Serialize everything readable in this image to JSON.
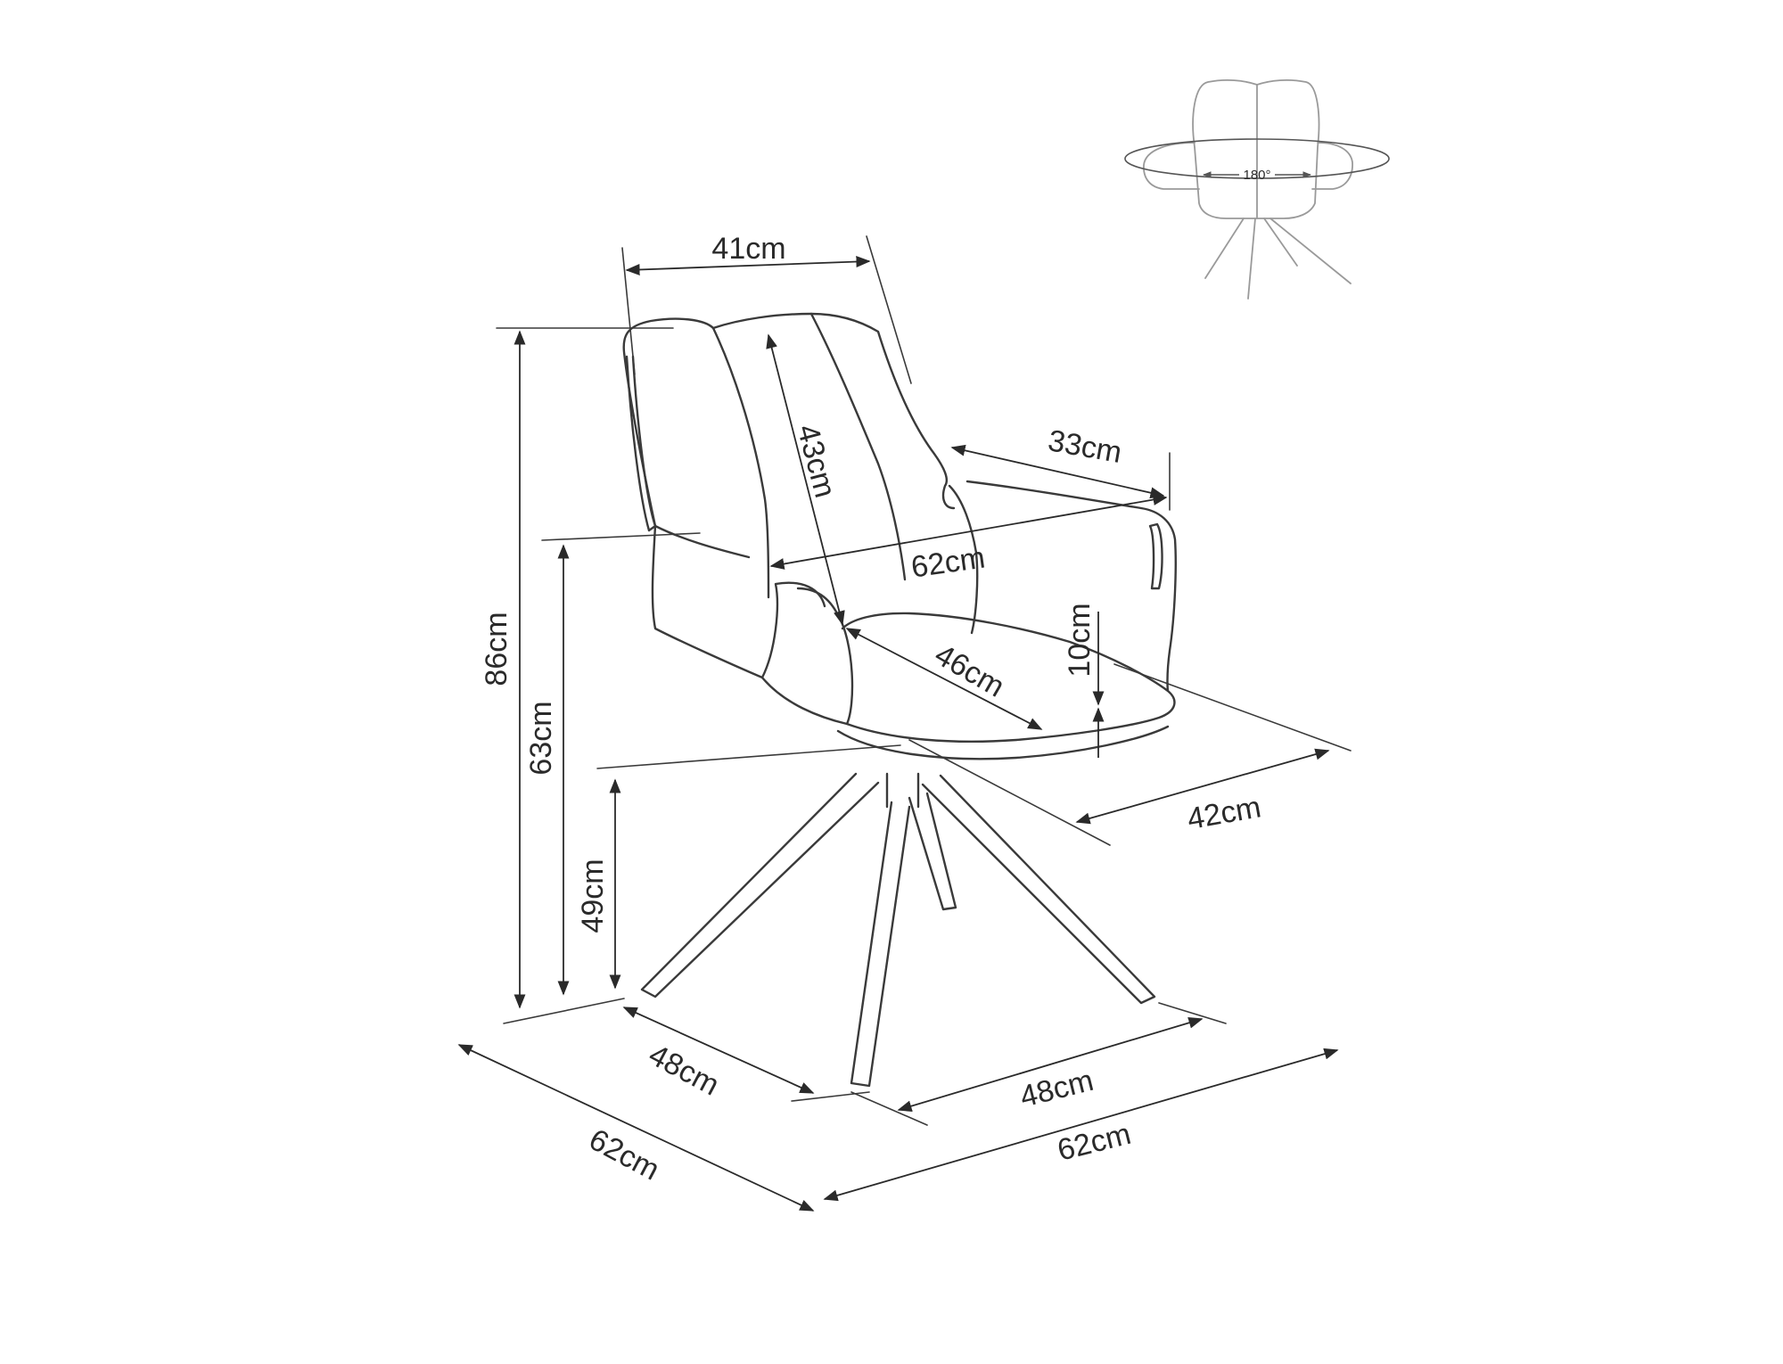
{
  "dimensions": {
    "top_width": "41cm",
    "back_height": "43cm",
    "arm_depth": "33cm",
    "arm_width": "62cm",
    "seat_depth": "46cm",
    "arm_above_seat": "10cm",
    "seat_width": "42cm",
    "total_height": "86cm",
    "arm_height": "63cm",
    "seat_height": "49cm",
    "base_left": "48cm",
    "base_right": "48cm",
    "overall_left": "62cm",
    "overall_right": "62cm"
  },
  "rotation": {
    "angle": "180°"
  },
  "colors": {
    "line": "#3a3a3a",
    "text": "#2a2a2a",
    "thumbnail": "#9a9a9a"
  }
}
